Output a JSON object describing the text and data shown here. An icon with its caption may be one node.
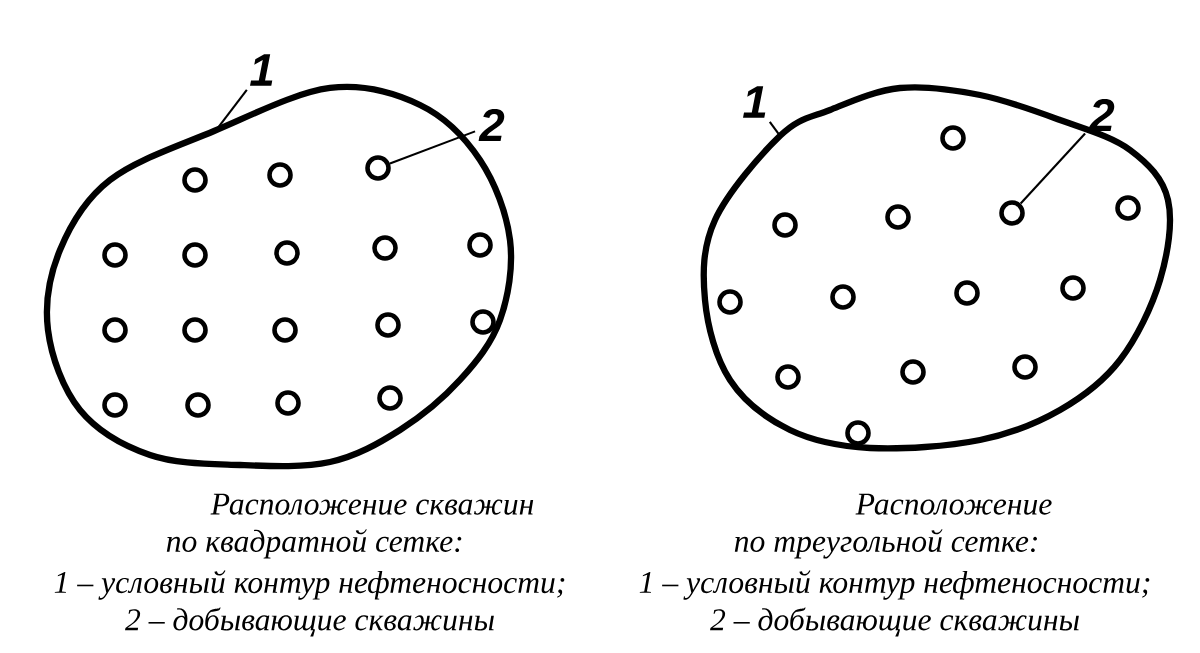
{
  "diagram": {
    "nodes": [
      {
        "text": [
          "1"
        ]
      },
      {
        "text": [],
        "shape": "blob"
      },
      {
        "text": [
          "2"
        ]
      },
      {
        "text": [],
        "shape": "circle",
        "in": 1
      },
      {
        "text": [],
        "shape": "circle",
        "in": 1
      },
      {
        "text": [],
        "shape": "circle",
        "in": 1
      },
      {
        "text": [],
        "shape": "circle",
        "in": 1
      },
      {
        "text": [],
        "shape": "circle",
        "in": 1
      },
      {
        "text": [],
        "shape": "circle",
        "in": 1
      },
      {
        "text": [],
        "shape": "circle",
        "in": 1
      },
      {
        "text": [],
        "shape": "circle",
        "in": 1
      },
      {
        "text": [],
        "shape": "circle",
        "in": 1
      },
      {
        "text": [],
        "shape": "circle",
        "in": 1
      },
      {
        "text": [],
        "shape": "circle",
        "in": 1
      },
      {
        "text": [],
        "shape": "circle",
        "in": 1
      },
      {
        "text": [],
        "shape": "circle",
        "in": 1
      },
      {
        "text": [],
        "shape": "circle",
        "in": 1
      },
      {
        "text": [],
        "shape": "circle",
        "in": 1
      },
      {
        "text": [],
        "shape": "circle",
        "in": 1
      },
      {
        "text": [],
        "shape": "circle",
        "in": 1
      },
      {
        "text": [
          "1"
        ]
      },
      {
        "text": [],
        "shape": "blob"
      },
      {
        "text": [
          "2"
        ]
      },
      {
        "text": [],
        "shape": "circle",
        "in": 21
      },
      {
        "text": [],
        "shape": "circle",
        "in": 21
      },
      {
        "text": [],
        "shape": "circle",
        "in": 21
      },
      {
        "text": [],
        "shape": "circle",
        "in": 21
      },
      {
        "text": [],
        "shape": "circle",
        "in": 21
      },
      {
        "text": [],
        "shape": "circle",
        "in": 21
      },
      {
        "text": [],
        "shape": "circle",
        "in": 21
      },
      {
        "text": [],
        "shape": "circle",
        "in": 21
      },
      {
        "text": [],
        "shape": "circle",
        "in": 21
      },
      {
        "text": [],
        "shape": "circle",
        "in": 21
      },
      {
        "text": [],
        "shape": "circle",
        "in": 21
      },
      {
        "text": [],
        "shape": "circle",
        "in": 21
      },
      {
        "text": [],
        "shape": "circle",
        "in": 21
      }
    ],
    "edges": [
      {
        "from": 0,
        "to": 1,
        "arrow": "none"
      },
      {
        "from": 2,
        "to": 5,
        "arrow": "none"
      },
      {
        "from": 20,
        "to": 21,
        "arrow": "none"
      },
      {
        "from": 22,
        "to": 26,
        "arrow": "none"
      }
    ],
    "labels": [
      "Расположение скважин по квадратной сетке:",
      "1 – условный контур нефтеносности;",
      "2 – добывающие скважины",
      "Расположение по треугольной сетке:",
      "1 – условный контур нефтеносности;",
      "2 – добывающие скважины"
    ]
  }
}
